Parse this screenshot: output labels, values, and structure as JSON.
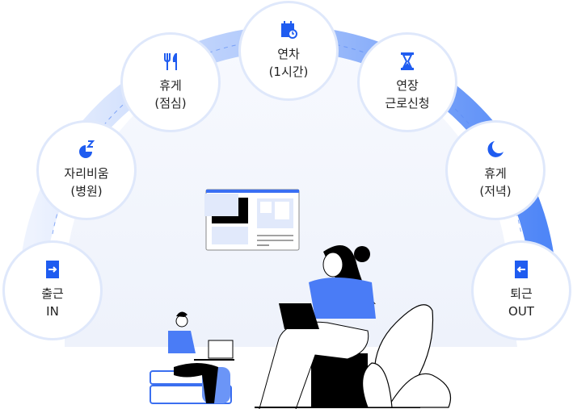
{
  "nodes": [
    {
      "id": "clock-in",
      "icon": "login-arrow-icon",
      "line1": "출근",
      "line2": "IN"
    },
    {
      "id": "away",
      "icon": "sleep-icon",
      "line1": "자리비움",
      "line2": "(병원)"
    },
    {
      "id": "break-lunch",
      "icon": "fork-knife-icon",
      "line1": "휴게",
      "line2": "(점심)"
    },
    {
      "id": "annual-leave",
      "icon": "calendar-clock-icon",
      "line1": "연차",
      "line2": "(1시간)"
    },
    {
      "id": "overtime",
      "icon": "hourglass-icon",
      "line1": "연장",
      "line2": "근로신청"
    },
    {
      "id": "break-dinner",
      "icon": "moon-icon",
      "line1": "휴게",
      "line2": "(저녁)"
    },
    {
      "id": "clock-out",
      "icon": "logout-arrow-icon",
      "line1": "퇴근",
      "line2": "OUT"
    }
  ],
  "colors": {
    "accent": "#1f5cf0",
    "ring_start": "#e6eefe",
    "ring_end": "#4f86f7",
    "node_border": "#dfe8fb",
    "panel": "#f1f4fc"
  }
}
